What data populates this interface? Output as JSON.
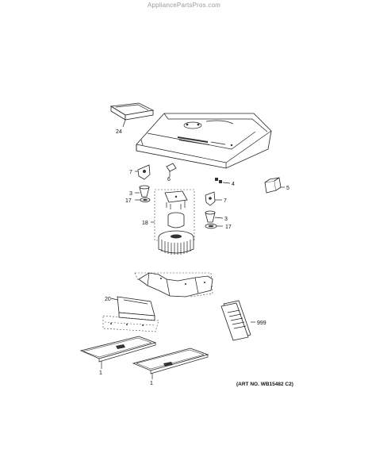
{
  "header": {
    "watermark": "AppliancePartsPros.com"
  },
  "diagram": {
    "art_number": "(ART NO. WB15482 C2)",
    "callouts": [
      "24",
      "6",
      "7",
      "3",
      "17",
      "18",
      "7",
      "3",
      "17",
      "4",
      "5",
      "20",
      "999",
      "1",
      "1"
    ]
  },
  "icons": {
    "rangehood_body": "range-hood-body-icon",
    "filter": "grease-filter-icon",
    "blower": "blower-wheel-icon",
    "manual": "owners-manual-icon"
  }
}
